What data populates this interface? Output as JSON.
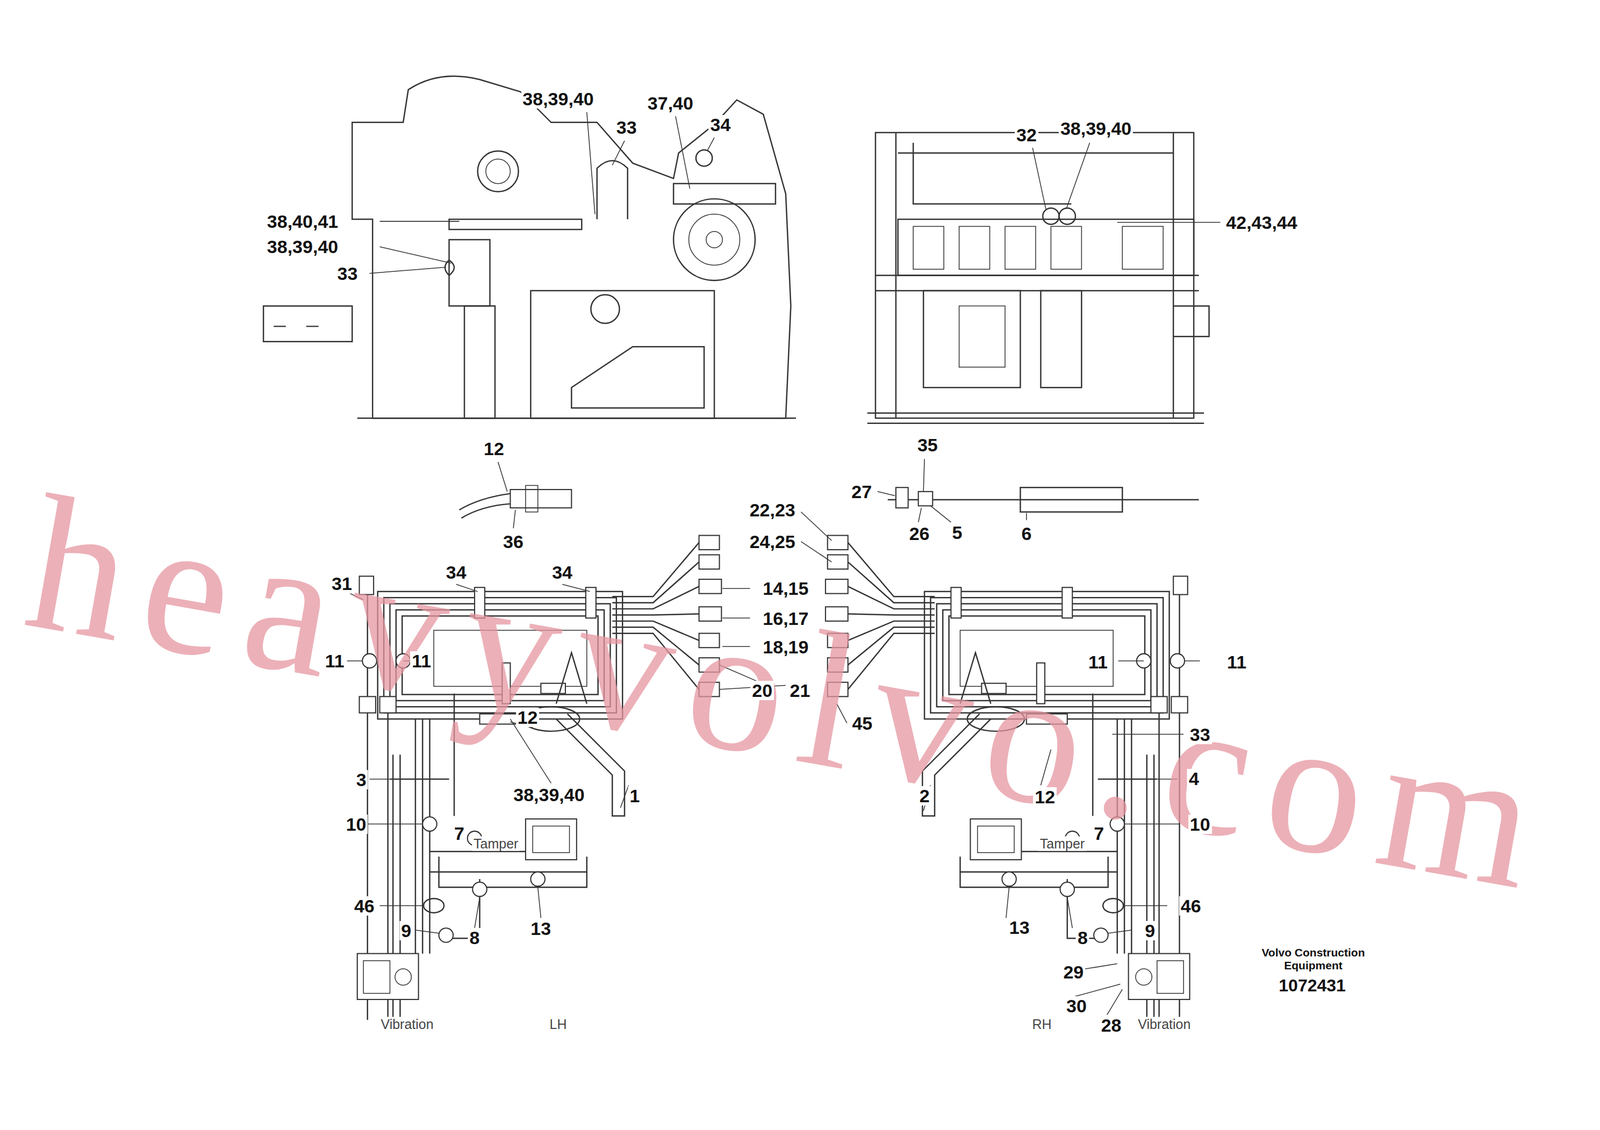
{
  "diagram": {
    "labels": [
      "38,39,40",
      "37,40",
      "34",
      "33",
      "38,40,41",
      "38,39,40",
      "33",
      "32",
      "38,39,40",
      "42,43,44",
      "12",
      "36",
      "35",
      "27",
      "26",
      "5",
      "6",
      "22,23",
      "24,25",
      "34",
      "34",
      "14,15",
      "16,17",
      "18,19",
      "20",
      "21",
      "31",
      "11",
      "11",
      "11",
      "11",
      "12",
      "45",
      "33",
      "3",
      "38,39,40",
      "1",
      "2",
      "12",
      "4",
      "10",
      "7",
      "Tamper",
      "Tamper",
      "7",
      "10",
      "46",
      "46",
      "8",
      "13",
      "13",
      "8",
      "9",
      "9",
      "29",
      "30",
      "28",
      "Vibration",
      "LH",
      "RH",
      "Vibration",
      "Volvo Construction Equipment",
      "1072431",
      "heavyvolvo.com"
    ]
  }
}
